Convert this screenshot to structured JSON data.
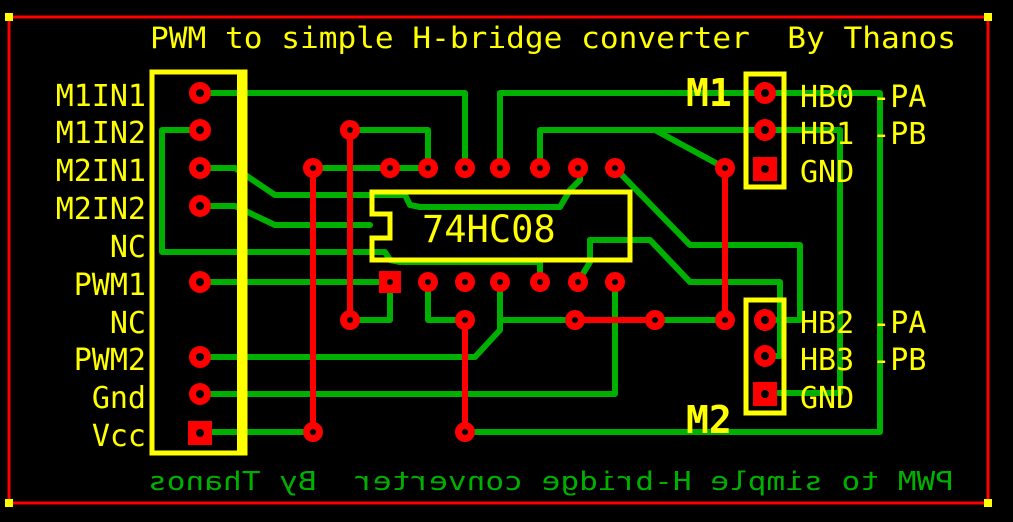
{
  "title": "PWM to simple H-bridge converter  By Thanos",
  "bottom_text": "PWM to simple H-bridge converter  By Thanos",
  "chip_label": "74HC08",
  "connector_labels": [
    "M1IN1",
    "M1IN2",
    "M2IN1",
    "M2IN2",
    "NC",
    "PWM1",
    "NC",
    "PWM2",
    "Gnd",
    "Vcc"
  ],
  "m1": {
    "name": "M1",
    "pins": [
      "HB0 -PA",
      "HB1 -PB",
      "GND"
    ]
  },
  "m2": {
    "name": "M2",
    "pins": [
      "HB2 -PA",
      "HB3 -PB",
      "GND"
    ]
  },
  "colors": {
    "background": "#000000",
    "outline": "#ff0000",
    "silkscreen": "#ffff00",
    "top_trace": "#00b000",
    "bottom_trace": "#ff0000",
    "pad": "#ff0000"
  }
}
